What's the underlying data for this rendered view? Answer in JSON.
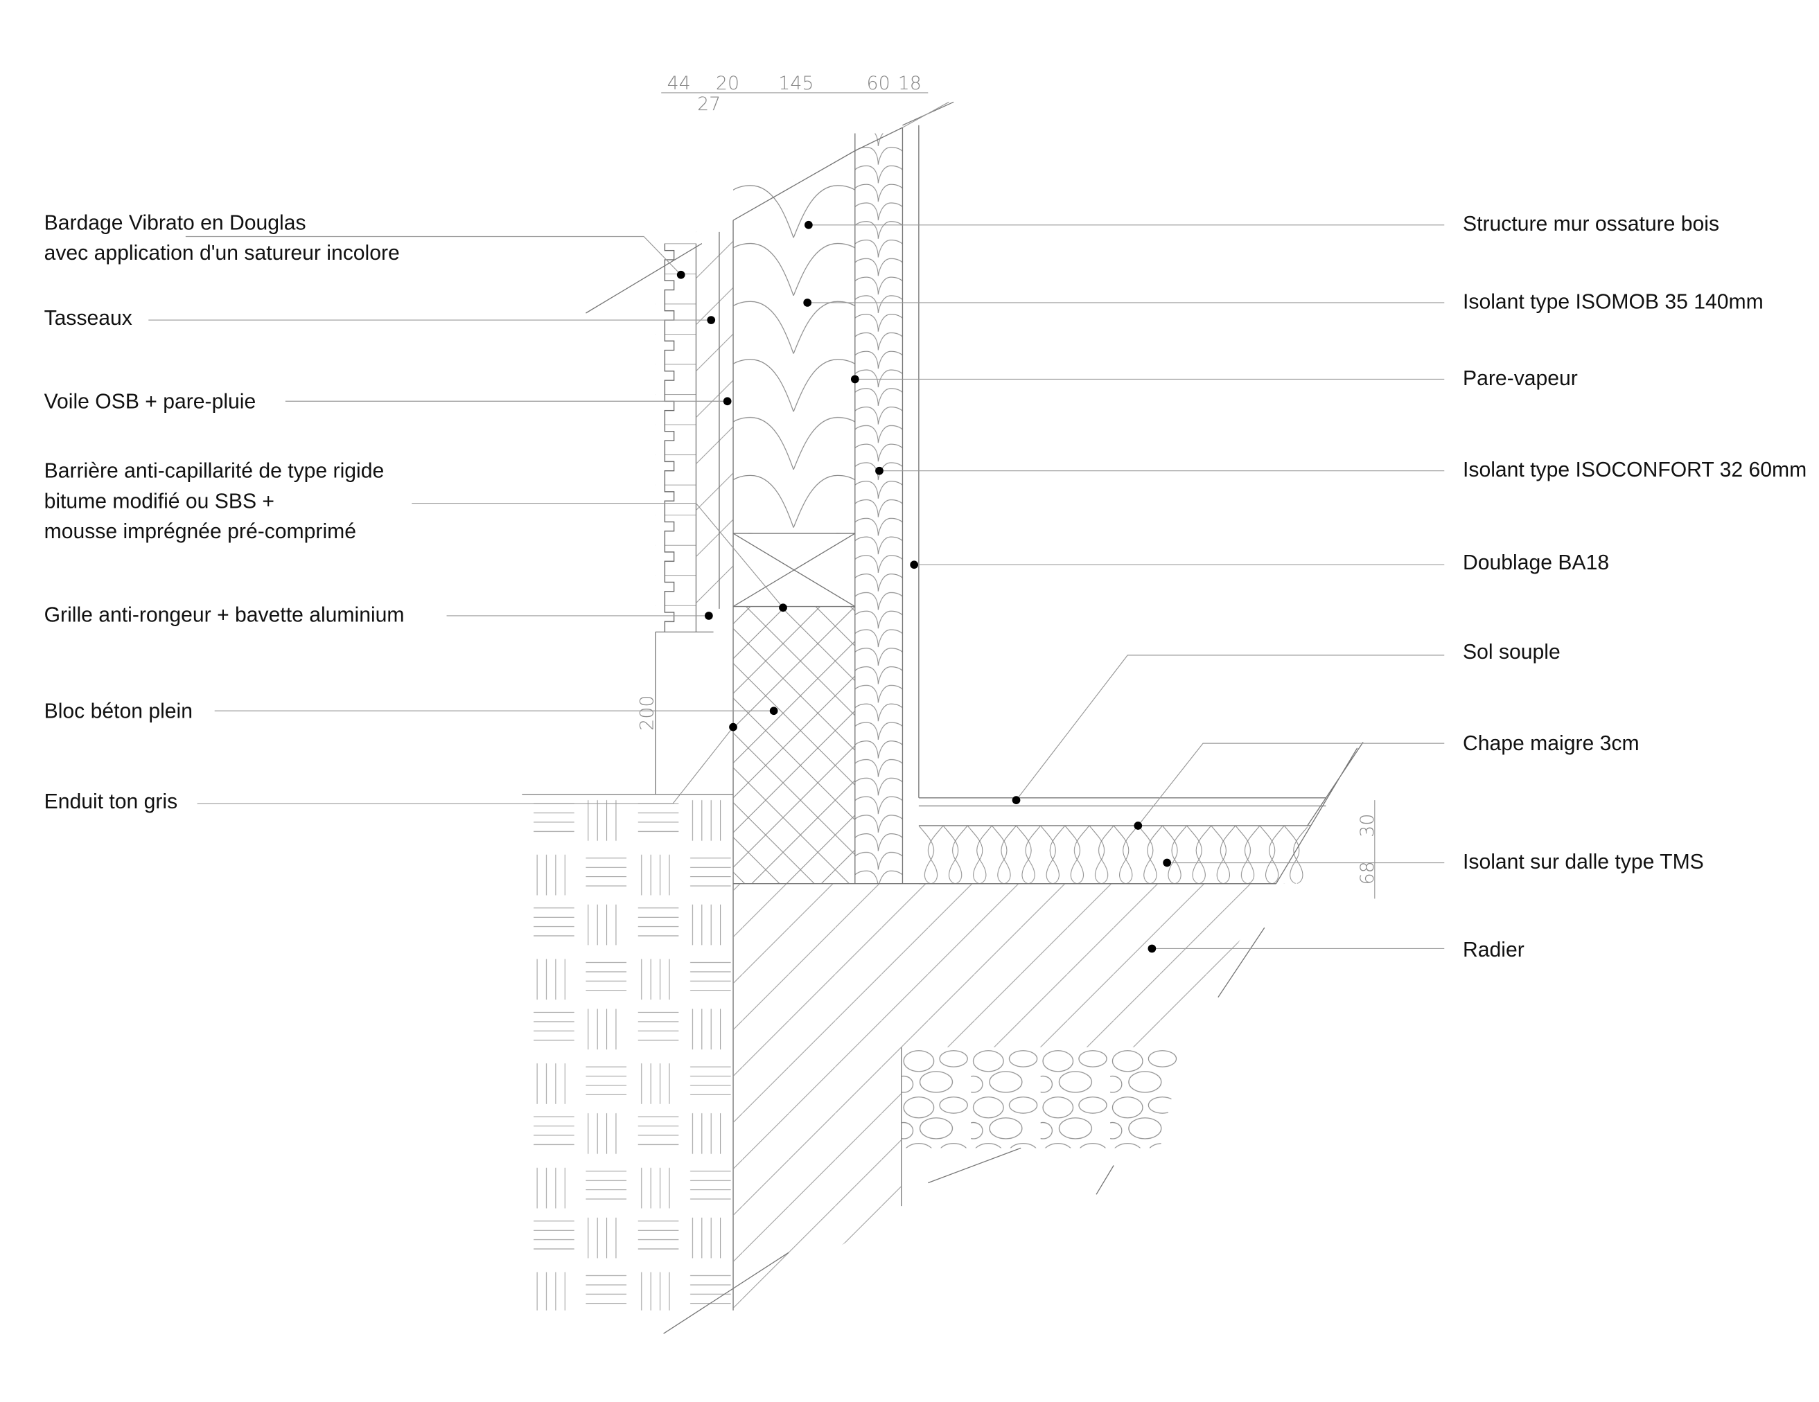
{
  "dimensions": {
    "top": [
      "44",
      "20",
      "145",
      "60",
      "18"
    ],
    "top_sub": "27",
    "vertical_left": "200",
    "floor_right": [
      "30",
      "68"
    ]
  },
  "labels_left": [
    {
      "lines": [
        "Bardage Vibrato en Douglas",
        "avec application d'un satureur incolore"
      ]
    },
    {
      "lines": [
        "Tasseaux"
      ]
    },
    {
      "lines": [
        "Voile OSB + pare-pluie"
      ]
    },
    {
      "lines": [
        "Barrière anti-capillarité de type rigide",
        "bitume modifié ou SBS +",
        "mousse imprégnée pré-comprimé"
      ]
    },
    {
      "lines": [
        "Grille anti-rongeur + bavette aluminium"
      ]
    },
    {
      "lines": [
        "Bloc béton plein"
      ]
    },
    {
      "lines": [
        "Enduit ton gris"
      ]
    }
  ],
  "labels_right": [
    {
      "text": "Structure mur ossature bois"
    },
    {
      "text": "Isolant type ISOMOB 35 140mm"
    },
    {
      "text": "Pare-vapeur"
    },
    {
      "text": "Isolant type ISOCONFORT 32 60mm"
    },
    {
      "text": "Doublage BA18"
    },
    {
      "text": "Sol souple"
    },
    {
      "text": "Chape maigre 3cm"
    },
    {
      "text": "Isolant sur dalle type TMS"
    },
    {
      "text": "Radier"
    }
  ]
}
